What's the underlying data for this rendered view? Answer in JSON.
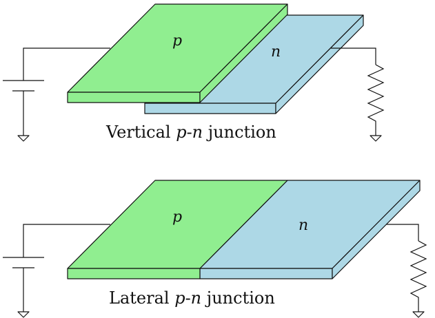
{
  "colors": {
    "p_region": "#90ee90",
    "n_region": "#add8e6",
    "line": "#111111"
  },
  "vertical": {
    "p_label": "p",
    "n_label": "n",
    "caption": {
      "before": "Vertical ",
      "p": "p",
      "dash": "-",
      "n": "n",
      "after": " junction"
    }
  },
  "lateral": {
    "p_label": "p",
    "n_label": "n",
    "caption": {
      "before": "Lateral ",
      "p": "p",
      "dash": "-",
      "n": "n",
      "after": " junction"
    }
  }
}
